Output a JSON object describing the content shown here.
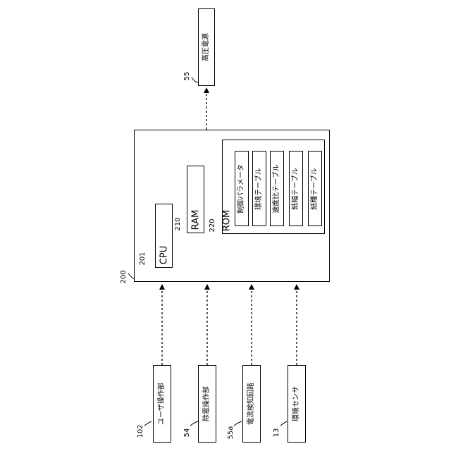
{
  "hv_supply": {
    "ref": "55",
    "label": "高圧電源"
  },
  "controller": {
    "ref": "200",
    "cpu": {
      "ref": "201",
      "label": "CPU"
    },
    "ram": {
      "ref": "210",
      "label": "RAM"
    },
    "rom": {
      "ref": "220",
      "label": "ROM",
      "tables": [
        "制御パラメータ",
        "環境テーブル",
        "速度比テーブル",
        "紙幅テーブル",
        "紙種テーブル"
      ]
    }
  },
  "inputs": [
    {
      "ref": "102",
      "label": "ユーザ操作部"
    },
    {
      "ref": "54",
      "label": "除電操作部"
    },
    {
      "ref": "55a",
      "label": "電流検知回路"
    },
    {
      "ref": "13",
      "label": "環境センサ"
    }
  ]
}
